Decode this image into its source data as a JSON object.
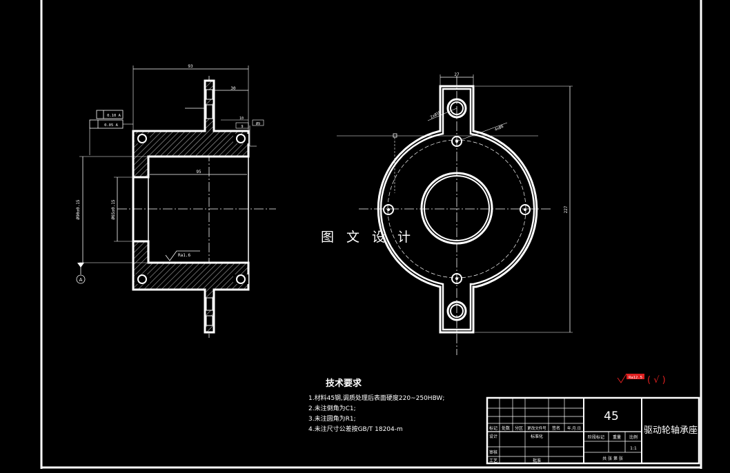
{
  "watermark": "图 文 设 计",
  "tech_requirements": {
    "title": "技术要求",
    "items": [
      "1.材料45钢,调质处理后表面硬度220~250HBW;",
      "2.未注倒角为C1;",
      "3.未注圆角为R1;",
      "4.未注尺寸公差按GB/T 18204-m"
    ]
  },
  "surface_finish": {
    "value": "Ra12.5",
    "suffix": "( √ )"
  },
  "title_block": {
    "material": "45",
    "part_name": "驱动轮轴承座",
    "headers": [
      "标记",
      "处数",
      "分区",
      "更改文件号",
      "签名",
      "年.月.日"
    ],
    "design_label": "设计",
    "standardization_label": "标准化",
    "review_label": "审核",
    "process_label": "工艺",
    "approve_label": "批准",
    "stage_mark_label": "阶段标记",
    "weight_label": "重量",
    "scale_label": "比例",
    "scale_value": "1:1",
    "sheet_info": "共 张 第 张"
  },
  "section_view": {
    "dim_top": "93",
    "dim_flange": "30",
    "dim_small_a": "10",
    "dim_small_b": "9",
    "dim_bore_len": "95",
    "dim_outer_dia": "Ø90±0.15",
    "dim_inner_dia": "Ø65±0.15",
    "roughness": "Ra1.6",
    "datum": "A",
    "gdt_1": "0.10 A",
    "gdt_2": "0.05 A",
    "side_tag": "Ø9"
  },
  "front_view": {
    "dim_top_width": "27",
    "dim_height": "227",
    "dim_hole_a": "2xØ10",
    "dim_hole_b": "4xØ8"
  }
}
